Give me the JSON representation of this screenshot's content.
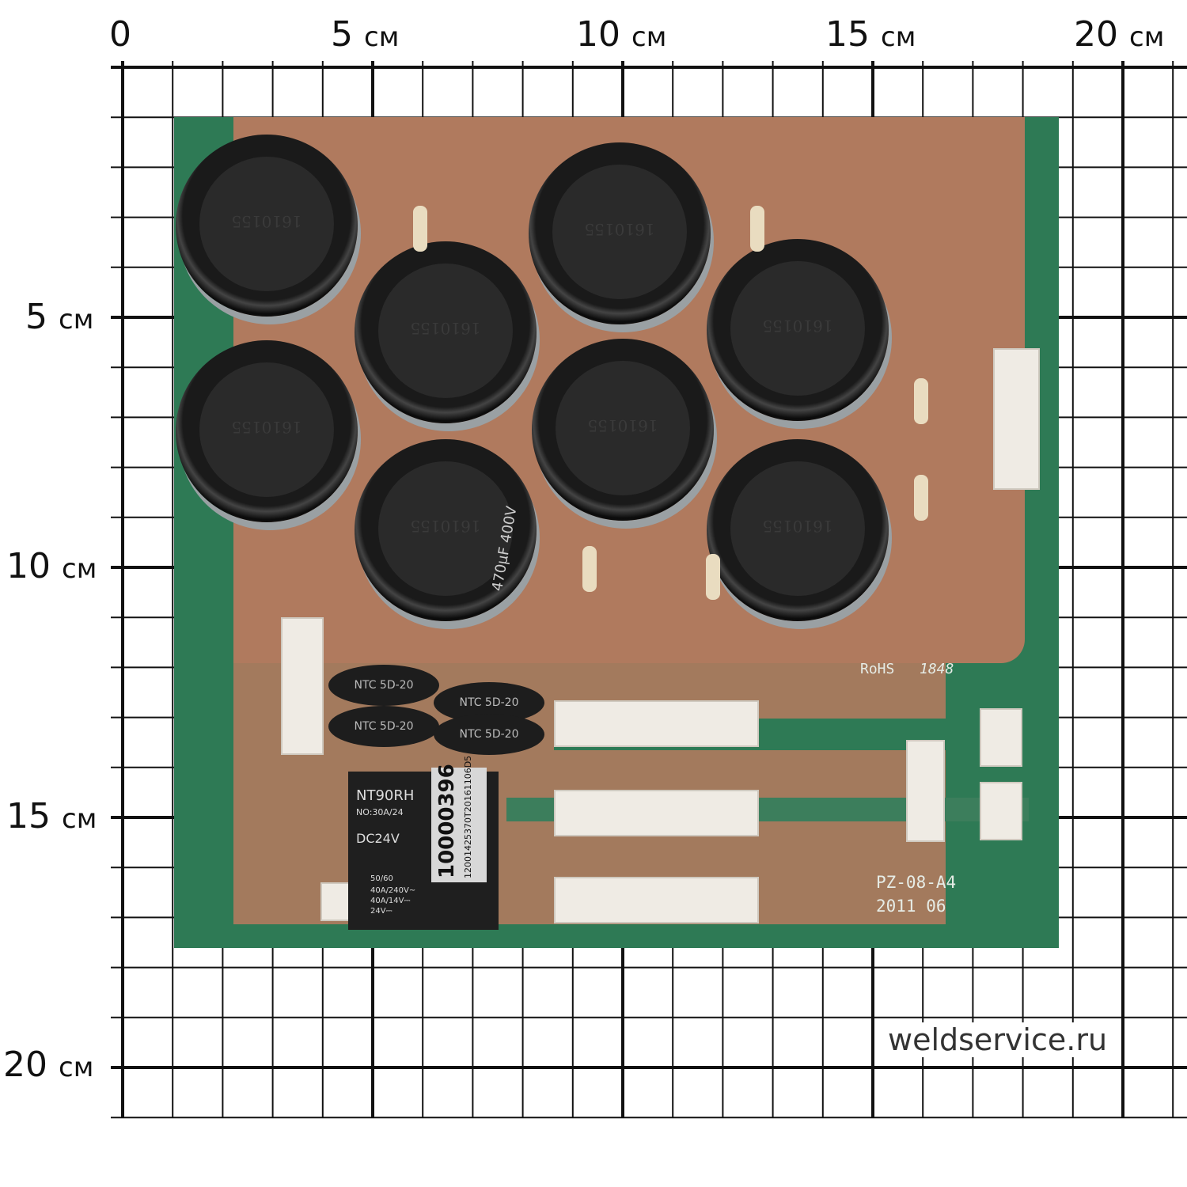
{
  "ruler": {
    "unit": "см",
    "x_labels": [
      "0",
      "5",
      "10",
      "15",
      "20"
    ],
    "y_labels": [
      "5",
      "10",
      "15",
      "20"
    ]
  },
  "board": {
    "capacitor_code": "1610155",
    "capacitor_rating": "470µF 400V",
    "ntc_label": "NTC 5D-20",
    "relay": {
      "model": "NT90RH",
      "contact": "NO:30A/24",
      "coil": "DC24V",
      "ratings": [
        "50/60",
        "40A/240V~",
        "40A/14V⎓",
        "24V⎓"
      ]
    },
    "sticker": {
      "number": "10000396",
      "serial": "12001425370T20161106D5"
    },
    "silkscreen": {
      "rohs": "RoHS",
      "date_code": "1848",
      "model": "PZ-08-A4",
      "date": "2011 06"
    }
  },
  "watermark": "weldservice.ru",
  "colors": {
    "pcb": "#2e7a55",
    "copper": "#b07a5e"
  }
}
